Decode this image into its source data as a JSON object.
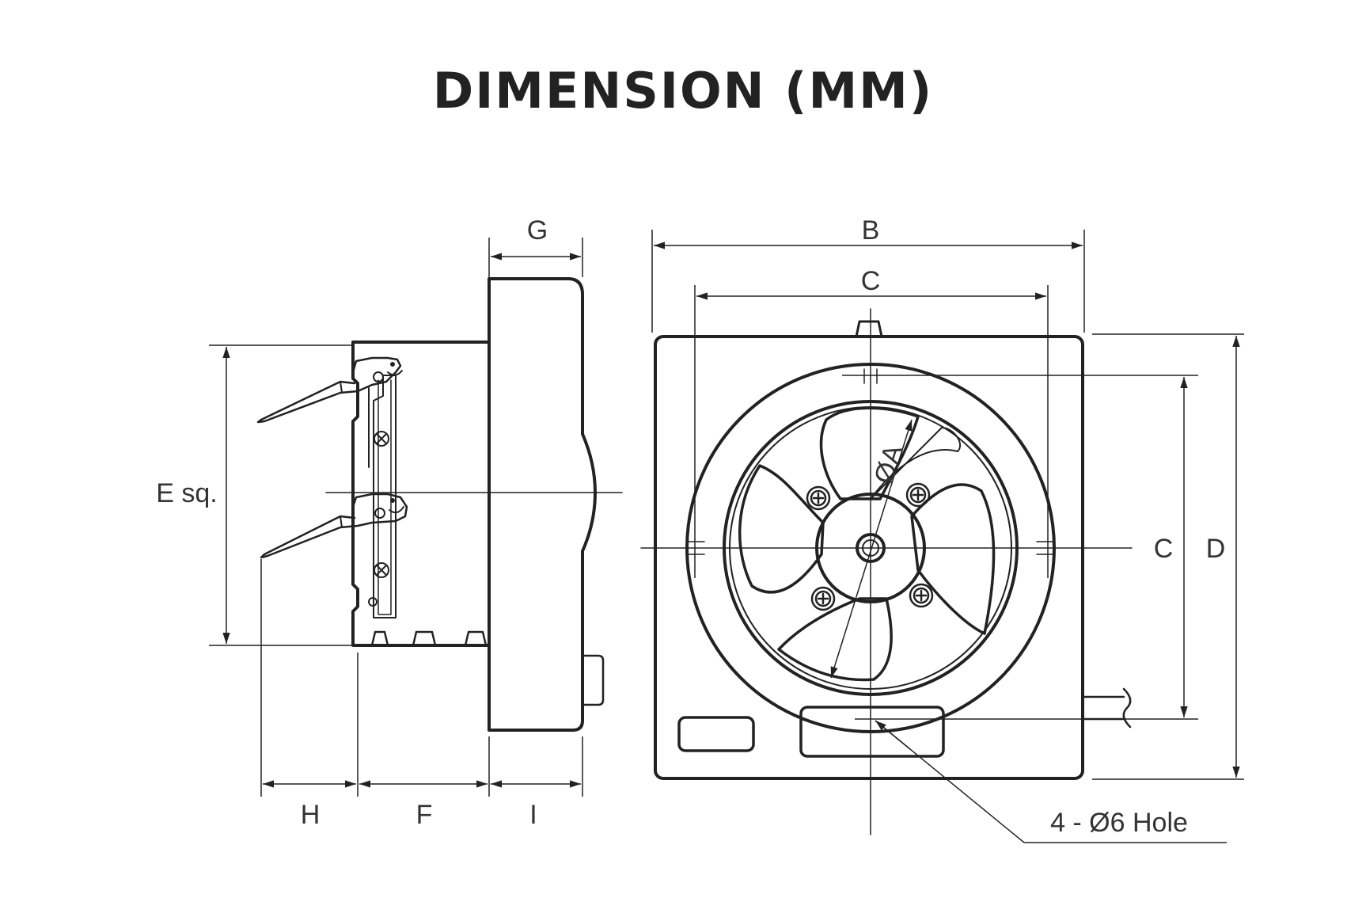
{
  "title": "DIMENSION (MM)",
  "labels": {
    "a": "ØA",
    "b": "B",
    "c_top": "C",
    "c_right": "C",
    "d": "D",
    "e": "E sq.",
    "f": "F",
    "g": "G",
    "h": "H",
    "i": "I",
    "hole": "4 - Ø6 Hole"
  },
  "colors": {
    "line": "#222222",
    "text": "#333333"
  }
}
